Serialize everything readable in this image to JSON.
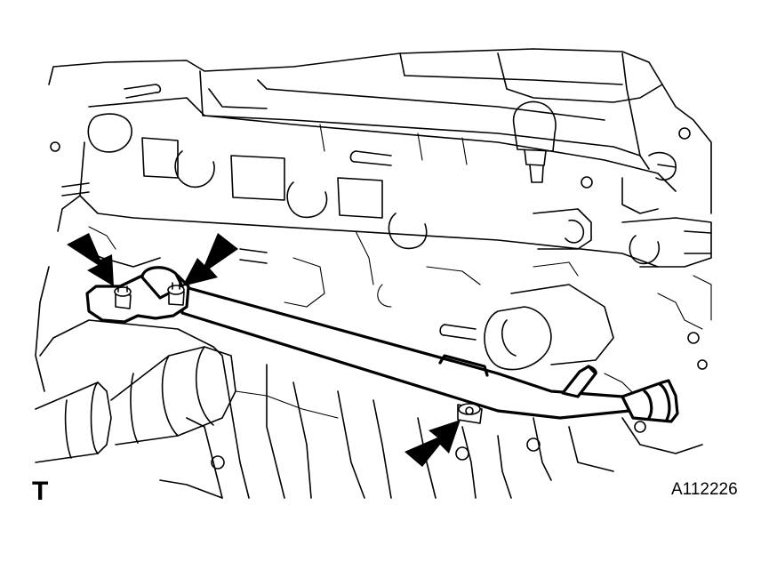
{
  "figure": {
    "view_letter": "T",
    "figure_id": "A112226"
  },
  "callouts": [
    {
      "name": "bolt-arrow-left",
      "icon": "arrow-icon"
    },
    {
      "name": "bolt-arrow-center",
      "icon": "arrow-icon"
    },
    {
      "name": "bolt-arrow-bottom",
      "icon": "arrow-icon"
    }
  ]
}
